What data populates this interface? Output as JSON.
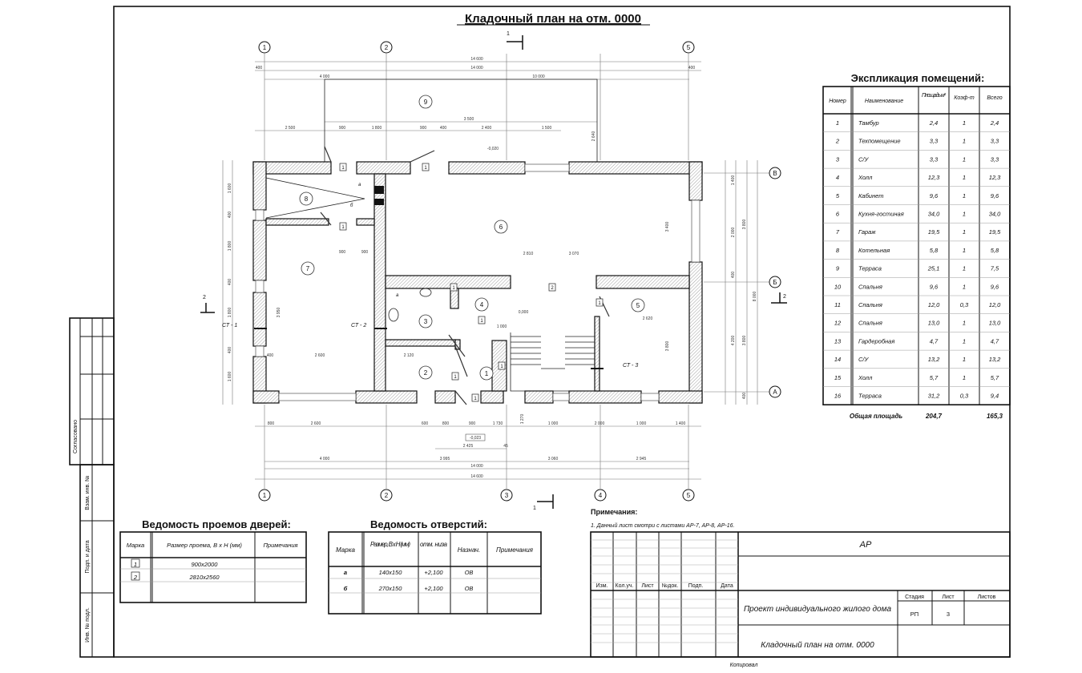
{
  "sheet": {
    "title": "Кладочный план на отм. 0000",
    "copy_label": "Копировал"
  },
  "plan": {
    "axes_top": [
      "1",
      "2",
      "5"
    ],
    "axes_bottom": [
      "1",
      "2",
      "3",
      "4",
      "5"
    ],
    "axes_right": [
      "В",
      "Б",
      "А"
    ],
    "rooms": [
      "9",
      "8",
      "6",
      "7",
      "4",
      "3",
      "5",
      "2",
      "1"
    ],
    "door_marks": [
      "1",
      "1",
      "1",
      "1",
      "1",
      "1",
      "1",
      "1",
      "1",
      "2"
    ],
    "dims": [
      "14 600",
      "14 000",
      "400",
      "400",
      "4 000",
      "10 000",
      "3 500",
      "2 500",
      "900",
      "1 800",
      "900",
      "400",
      "2 400",
      "1 500",
      "2 640",
      "800",
      "2 600",
      "600",
      "800",
      "900",
      "1 730",
      "1 000",
      "2 000",
      "1 000",
      "1 400",
      "2 425",
      "45",
      "1 270",
      "4 000",
      "3 995",
      "3 060",
      "2 945",
      "14 000",
      "14 600",
      "1 600",
      "400",
      "1 800",
      "400",
      "1 800",
      "400",
      "1 600",
      "1 400",
      "2 000",
      "3 800",
      "400",
      "4 200",
      "3 800",
      "8 000",
      "400",
      "2 810",
      "3 070",
      "3 400",
      "3 800",
      "2 620",
      "900",
      "900",
      "2 600",
      "3 950",
      "2 120",
      "1 000",
      "400",
      "400"
    ],
    "elevations": [
      "-0,020",
      "-0,023",
      "0,000"
    ],
    "sections": [
      "СТ - 1",
      "СТ - 2",
      "СТ - 3"
    ],
    "cut_marks": [
      "1",
      "1",
      "2",
      "2"
    ],
    "vent_marks": [
      "а",
      "б",
      "а"
    ]
  },
  "explication": {
    "title": "Экспликация помещений:",
    "headers": [
      "Номер",
      "Наименование",
      "Площадь м²",
      "Коэф-т",
      "Всего"
    ],
    "rows": [
      [
        "1",
        "Тамбур",
        "2,4",
        "1",
        "2,4"
      ],
      [
        "2",
        "Техпомещение",
        "3,3",
        "1",
        "3,3"
      ],
      [
        "3",
        "С/У",
        "3,3",
        "1",
        "3,3"
      ],
      [
        "4",
        "Холл",
        "12,3",
        "1",
        "12,3"
      ],
      [
        "5",
        "Кабинет",
        "9,6",
        "1",
        "9,6"
      ],
      [
        "6",
        "Кухня-гостиная",
        "34,0",
        "1",
        "34,0"
      ],
      [
        "7",
        "Гараж",
        "19,5",
        "1",
        "19,5"
      ],
      [
        "8",
        "Котельная",
        "5,8",
        "1",
        "5,8"
      ],
      [
        "9",
        "Терраса",
        "25,1",
        "1",
        "7,5"
      ],
      [
        "10",
        "Спальня",
        "9,6",
        "1",
        "9,6"
      ],
      [
        "11",
        "Спальня",
        "12,0",
        "0,3",
        "12,0"
      ],
      [
        "12",
        "Спальня",
        "13,0",
        "1",
        "13,0"
      ],
      [
        "13",
        "Гардеробная",
        "4,7",
        "1",
        "4,7"
      ],
      [
        "14",
        "С/У",
        "13,2",
        "1",
        "13,2"
      ],
      [
        "15",
        "Холл",
        "5,7",
        "1",
        "5,7"
      ],
      [
        "16",
        "Терраса",
        "31,2",
        "0,3",
        "9,4"
      ]
    ],
    "total_label": "Общая площадь",
    "total_area": "204,7",
    "total_sum": "165,3"
  },
  "doors": {
    "title": "Ведомость проемов дверей:",
    "headers": [
      "Марка",
      "Размер проема, В х Н (мм)",
      "Примечания"
    ],
    "rows": [
      [
        "1",
        "900x2000",
        ""
      ],
      [
        "2",
        "2810x2560",
        ""
      ]
    ]
  },
  "openings": {
    "title": "Ведомость отверстий:",
    "headers": [
      "Марка",
      "Размер, В х Н (мм)",
      "отм. низа",
      "Назнач.",
      "Примечания"
    ],
    "rows": [
      [
        "а",
        "140x150",
        "+2,100",
        "ОВ",
        ""
      ],
      [
        "б",
        "270x150",
        "+2,100",
        "ОВ",
        ""
      ]
    ]
  },
  "notes": {
    "title": "Примечания:",
    "items": [
      "1. Данный лист смотри с листами АР-7, АР-8, АР-16."
    ]
  },
  "stamp": {
    "code": "АР",
    "cols": [
      "Изм.",
      "Кол.уч.",
      "Лист",
      "№док.",
      "Подп.",
      "Дата"
    ],
    "project": "Проект индивидуального жилого дома",
    "sheet_name": "Кладочный план на отм. 0000",
    "stage_label": "Стадия",
    "sheet_label": "Лист",
    "sheets_label": "Листов",
    "stage": "РП",
    "sheet": "3",
    "sheets": ""
  },
  "side_stamp": {
    "agreed": "Согласовано",
    "replace_inv": "Взам. инв. №",
    "sign_date": "Подп. и дата",
    "inv_orig": "Инв. № подл."
  }
}
